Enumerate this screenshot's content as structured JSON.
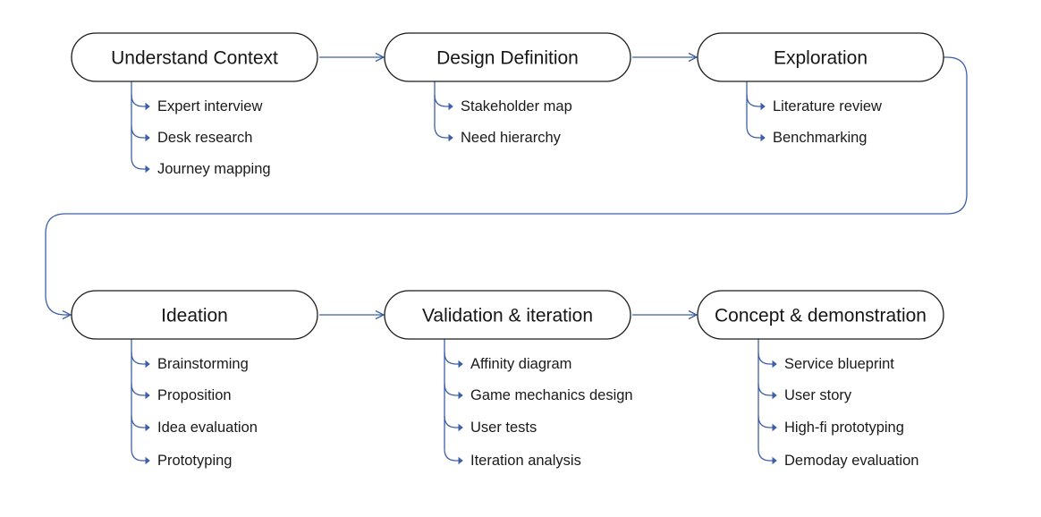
{
  "palette": {
    "connector": "#3E5FA8",
    "pill_border": "#1A1A1A",
    "pill_fill": "#FFFFFF",
    "text": "#1A1A1A",
    "background": "#FFFFFF"
  },
  "stages": [
    {
      "name": "Understand Context",
      "activities": [
        "Expert interview",
        "Desk research",
        "Journey mapping"
      ]
    },
    {
      "name": "Design Definition",
      "activities": [
        "Stakeholder map",
        "Need hierarchy"
      ]
    },
    {
      "name": "Exploration",
      "activities": [
        "Literature review",
        "Benchmarking"
      ]
    },
    {
      "name": "Ideation",
      "activities": [
        "Brainstorming",
        "Proposition",
        "Idea evaluation",
        "Prototyping"
      ]
    },
    {
      "name": "Validation & iteration",
      "activities": [
        "Affinity diagram",
        "Game mechanics design",
        "User tests",
        "Iteration analysis"
      ]
    },
    {
      "name": "Concept & demonstration",
      "activities": [
        "Service blueprint",
        "User story",
        "High-fi prototyping",
        "Demoday evaluation"
      ]
    }
  ]
}
